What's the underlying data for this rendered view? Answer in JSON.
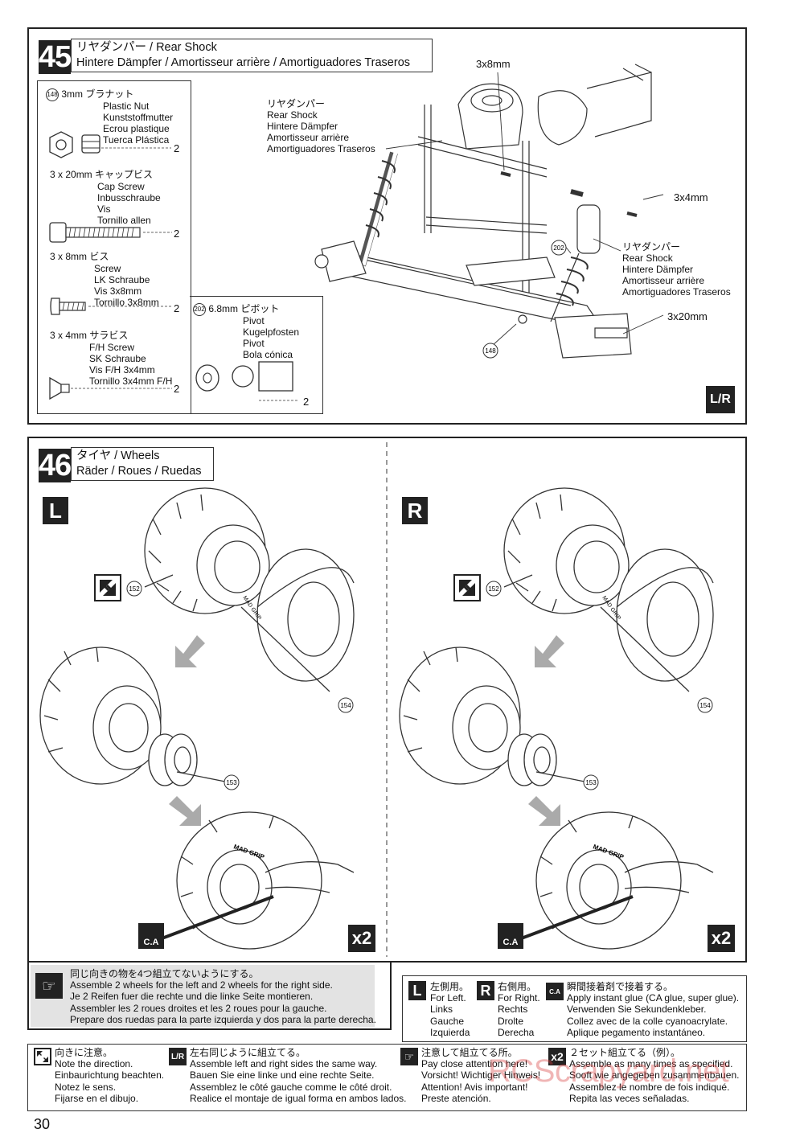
{
  "step45": {
    "number": "45",
    "title_jp": "リヤダンパー / Rear Shock",
    "title_multi": "Hintere Dämpfer / Amortisseur arrière / Amortiguadores Traseros",
    "parts": [
      {
        "id": "148",
        "size": "3mm",
        "jp": "ブラナット",
        "names": [
          "Plastic Nut",
          "Kunststoffmutter",
          "Ecrou plastique",
          "Tuerca Plástica"
        ],
        "qty": "2"
      },
      {
        "size": "3 x 20mm",
        "jp": "キャップビス",
        "names": [
          "Cap Screw",
          "Inbusschraube",
          "Vis",
          "Tornillo allen"
        ],
        "qty": "2"
      },
      {
        "size": "3 x 8mm",
        "jp": "ビス",
        "names": [
          "Screw",
          "LK Schraube",
          "Vis 3x8mm",
          "Tornillo 3x8mm"
        ],
        "qty": "2"
      },
      {
        "size": "3 x 4mm",
        "jp": "サラビス",
        "names": [
          "F/H Screw",
          "SK Schraube",
          "Vis F/H 3x4mm",
          "Tornillo 3x4mm F/H"
        ],
        "qty": "2"
      },
      {
        "id": "202",
        "size": "6.8mm",
        "jp": "ピボット",
        "names": [
          "Pivot",
          "Kugelpfosten",
          "Pivot",
          "Bola cónica"
        ],
        "qty": "2"
      }
    ],
    "callouts": {
      "screw_3x8": "3x8mm",
      "screw_3x4": "3x4mm",
      "screw_3x20": "3x20mm",
      "shock_left": [
        "リヤダンパー",
        "Rear Shock",
        "Hintere Dämpfer",
        "Amortisseur arrière",
        "Amortiguadores Traseros"
      ],
      "shock_right": [
        "リヤダンパー",
        "Rear Shock",
        "Hintere Dämpfer",
        "Amortisseur arrière",
        "Amortiguadores Traseros"
      ],
      "part_202": "202",
      "part_148": "148"
    },
    "lr_badge": "L/R"
  },
  "step46": {
    "number": "46",
    "title_jp": "タイヤ / Wheels",
    "title_multi": "Räder / Roues / Ruedas",
    "left_badge": "L",
    "right_badge": "R",
    "part_152": "152",
    "part_154": "154",
    "part_153": "153",
    "ca_label": "C.A",
    "x2_label": "x2",
    "tire_brand": "MAD GRIP"
  },
  "note46": {
    "lines": [
      "同じ向きの物を4つ組立てないようにする。",
      "Assemble 2 wheels for the left and 2 wheels for the right side.",
      "Je 2 Reifen fuer die rechte und die linke Seite montieren.",
      "Assembler les 2 roues droites et les 2 roues pour la gauche.",
      "Prepare dos ruedas para la parte izquierda y dos para la parte derecha."
    ]
  },
  "legend": {
    "left": {
      "badge": "L",
      "lines": [
        "左側用。",
        "For Left.",
        "Links",
        "Gauche",
        "Izquierda"
      ]
    },
    "right": {
      "badge": "R",
      "lines": [
        "右側用。",
        "For Right.",
        "Rechts",
        "Drolte",
        "Derecha"
      ]
    },
    "ca": {
      "badge": "C.A",
      "lines": [
        "瞬間接着剤で接着する。",
        "Apply instant glue (CA glue, super glue).",
        "Verwenden Sie Sekundenkleber.",
        "Collez avec de la colle cyanoacrylate.",
        "Aplique pegamento instantáneo."
      ]
    },
    "direction": {
      "lines": [
        "向きに注意。",
        "Note the direction.",
        "Einbaurichtung beachten.",
        "Notez le sens.",
        "Fijarse en el dibujo."
      ]
    },
    "lr": {
      "badge": "L/R",
      "lines": [
        "左右同じように組立てる。",
        "Assemble left and right sides the same way.",
        "Bauen Sie eine linke und eine rechte Seite.",
        "Assemblez le côté gauche comme le côté droit.",
        "Realice el montaje de igual forma en ambos lados."
      ]
    },
    "attention": {
      "lines": [
        "注意して組立てる所。",
        "Pay close attention here!",
        "Vorsicht!  Wichtiger Hinweis!",
        "Attention! Avis important!",
        "Preste atención."
      ]
    },
    "x2": {
      "badge": "x2",
      "lines": [
        "２セット組立てる（例）。",
        "Assemble as many times as specified.",
        "Sooft wie angegeben zusammenbauen.",
        "Assemblez le nombre de fois indiqué.",
        "Repita las veces señaladas."
      ]
    }
  },
  "watermark": "RCScrapyard.net",
  "page_number": "30"
}
